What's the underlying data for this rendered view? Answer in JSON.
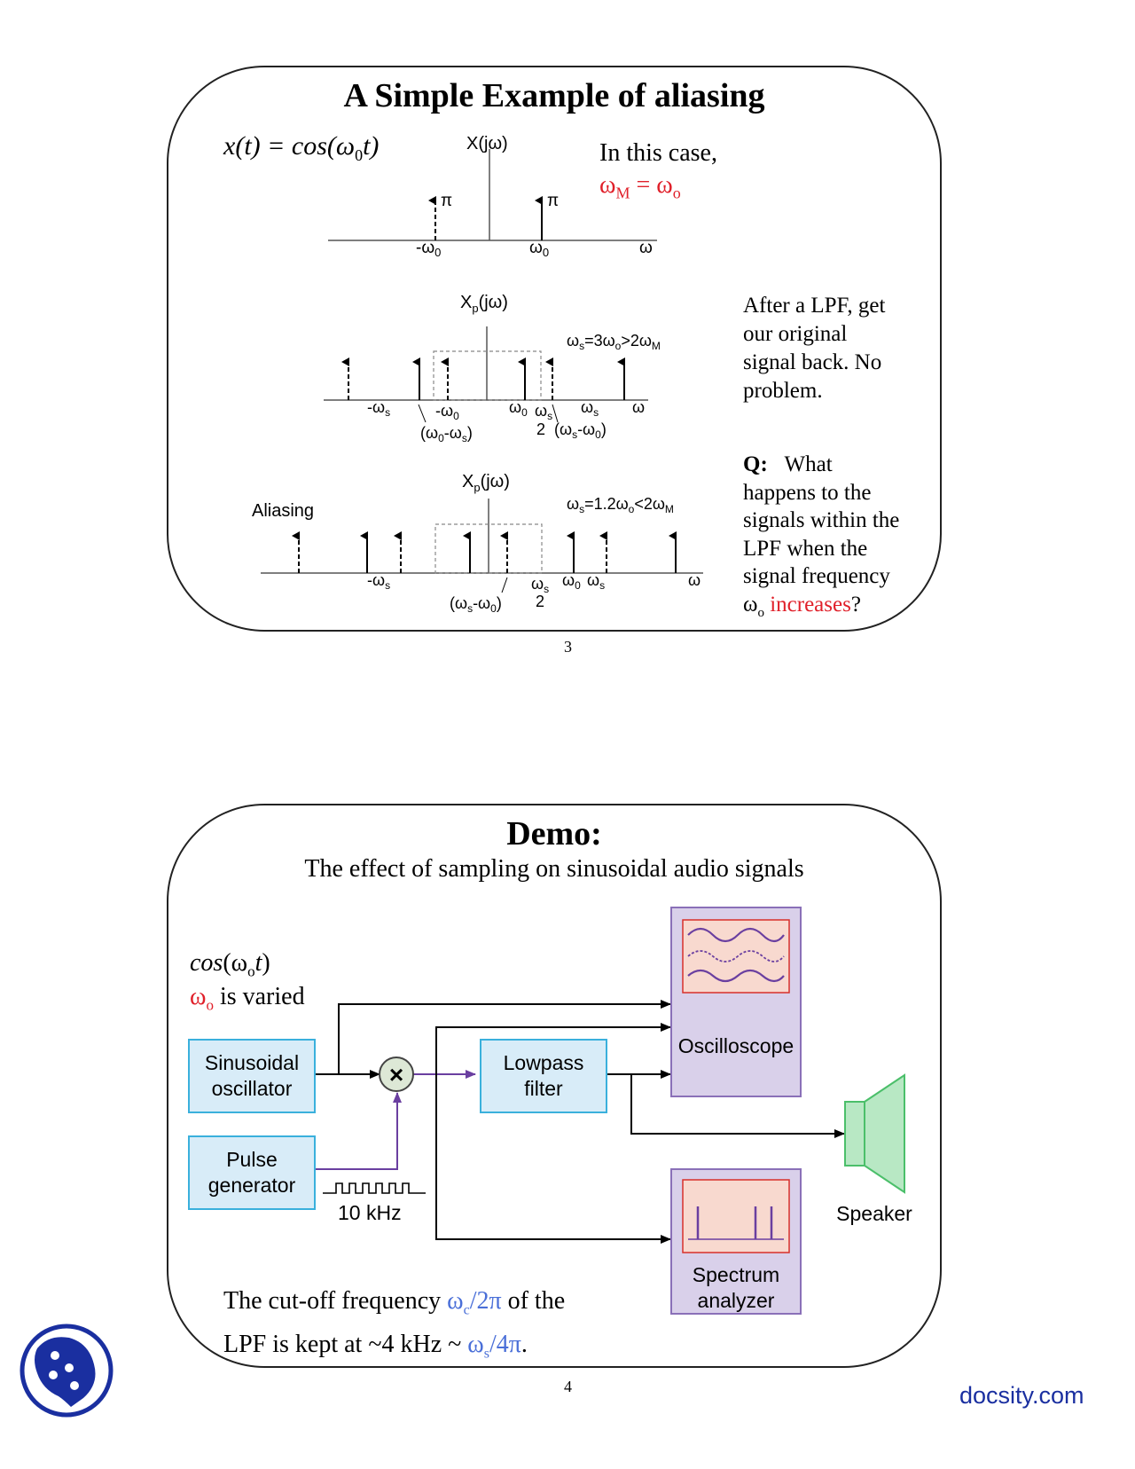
{
  "slide3": {
    "title": "A Simple Example of aliasing",
    "equation": "x(t) = cos(ω0t)",
    "spectrum1_label": "X(jω)",
    "pi_label": "π",
    "in_this_case": "In this case,",
    "omega_m_eq": "ωM = ωo",
    "spectrum2_label": "Xp(jω)",
    "cond2": "ωs=3ωo>2ωM",
    "after_lpf_text": [
      "After a LPF, get",
      "our original",
      "signal back. No",
      "problem."
    ],
    "aliasing_label": "Aliasing",
    "spectrum3_label": "Xp(jω)",
    "cond3": "ωs=1.2ωo<2ωM",
    "q_label": "Q:",
    "q_text_first": "What",
    "q_text_lines": [
      "happens to the",
      "signals within the",
      "LPF when the",
      "signal frequency"
    ],
    "q_last_omega": "ωo",
    "q_last_red": "increases",
    "q_last_end": "?",
    "axis_ticks": {
      "neg_w0": "-ω0",
      "w0": "ω0",
      "w": "ω",
      "neg_ws": "-ωs",
      "ws": "ωs",
      "w0_minus_ws": "(ω0-ωs)",
      "ws_minus_w0": "(ωs-ω0)",
      "ws_over_2": "ωs",
      "two": "2"
    },
    "page_number": "3"
  },
  "slide4": {
    "title": "Demo:",
    "subtitle": "The effect of sampling on sinusoidal audio signals",
    "cos_label": "cos(ωot)",
    "varied_omega": "ωo",
    "varied_text": "is varied",
    "osc_box": "Sinusoidal oscillator",
    "pulse_box": "Pulse generator",
    "lpf_box": "Lowpass filter",
    "oscilloscope": "Oscilloscope",
    "spectrum_analyzer": "Spectrum analyzer",
    "speaker": "Speaker",
    "freq_10khz": "10 kHz",
    "multiply_symbol": "×",
    "bottom_line1_a": "The cut-off frequency",
    "bottom_line1_b": "ωc/2π",
    "bottom_line1_c": "of the",
    "bottom_line2_a": "LPF is kept at ~4 kHz ~",
    "bottom_line2_b": "ωs/4π",
    "bottom_line2_c": ".",
    "page_number": "4"
  },
  "watermark": {
    "brand": "docsity.com",
    "logo_icon": "docsity-logo"
  },
  "colors": {
    "red": "#e0202a",
    "blue": "#4a6fd8",
    "box_fill": "#d8ecf8",
    "box_border": "#3ab0dc",
    "instrument_fill": "#d9d0ea",
    "instrument_border": "#8a70b8",
    "purple_line": "#6a3fa0",
    "speaker_green": "#4bbf6a",
    "brand_blue": "#1a2fa0"
  }
}
